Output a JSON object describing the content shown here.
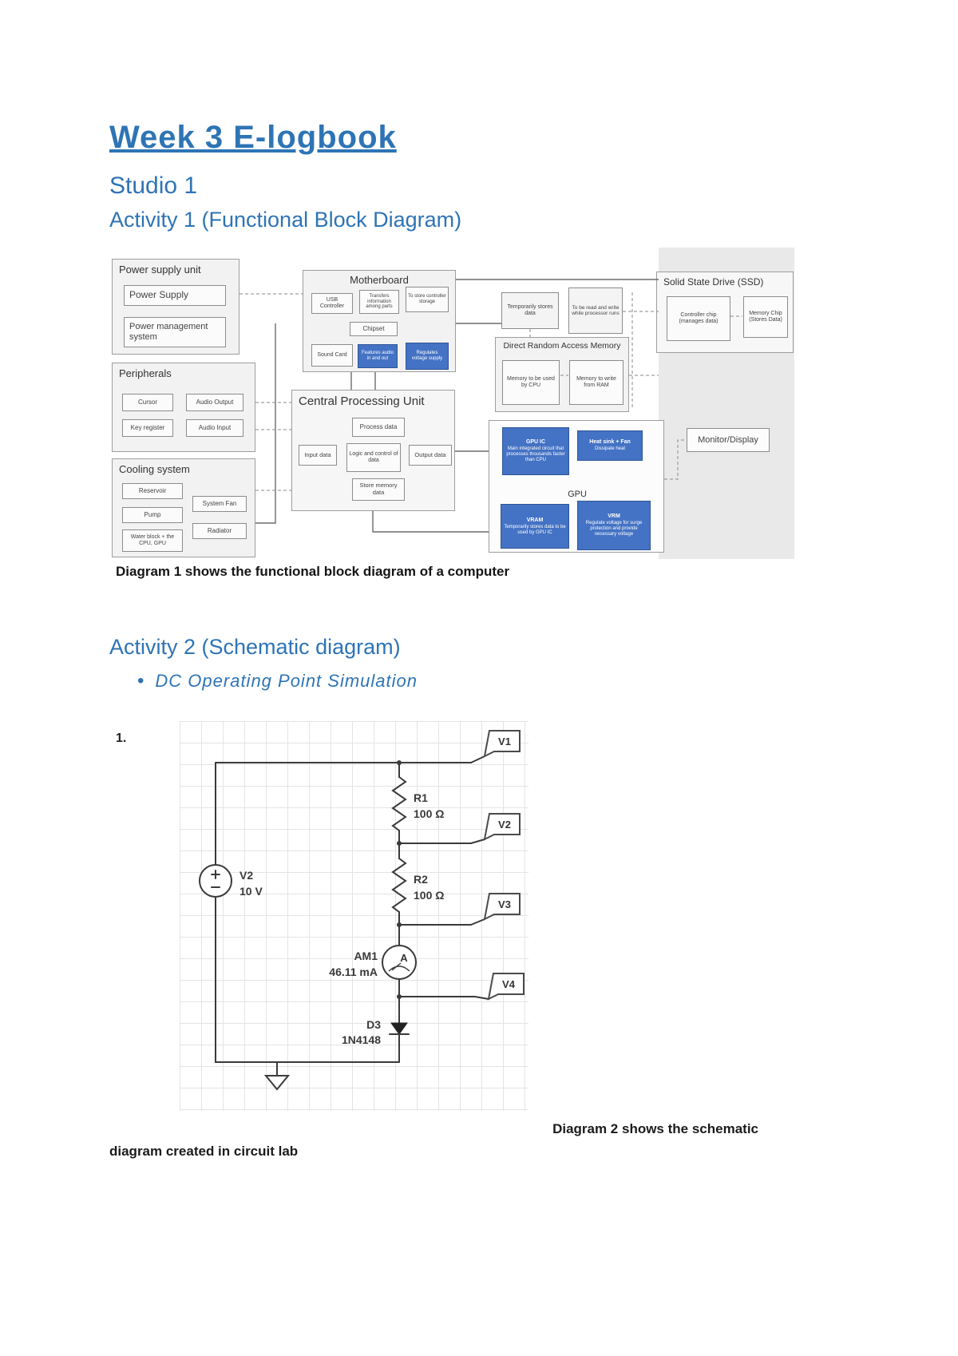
{
  "page": {
    "title": "Week 3 E-logbook",
    "subtitle": "Studio 1",
    "activity1_heading": "Activity 1 (Functional Block Diagram)",
    "diagram1_caption": "Diagram 1 shows the functional block diagram of a computer",
    "activity2_heading": "Activity 2 (Schematic diagram)",
    "bullet1": "DC Operating Point Simulation",
    "list_number": "1.",
    "diagram2_caption_right": "Diagram 2 shows the schematic",
    "diagram2_caption_left": "diagram created in circuit lab"
  },
  "colors": {
    "heading_blue": "#2E74B5",
    "gpu_box_blue": "#4472C4"
  },
  "block_diagram": {
    "psu": {
      "title": "Power supply unit",
      "power_supply": "Power Supply",
      "power_management": "Power management system"
    },
    "peripherals": {
      "title": "Peripherals",
      "items": [
        "Cursor",
        "Audio Output",
        "Key register",
        "Audio Input"
      ]
    },
    "cooling": {
      "title": "Cooling system",
      "items": [
        "Reservoir",
        "Pump",
        "Water block + the CPU, GPU",
        "System Fan",
        "Radiator"
      ]
    },
    "motherboard": {
      "title": "Motherboard",
      "cells": [
        "USB Controller",
        "Transfers information among parts",
        "To store controller storage",
        "Chipset",
        "Sound Card",
        "Features audio in and out",
        "Regulates voltage supply"
      ]
    },
    "cpu": {
      "title": "Central Processing Unit",
      "cells": [
        "Process data",
        "Input data",
        "Logic and control of data",
        "Output data",
        "Store memory data"
      ]
    },
    "dram": {
      "title": "Direct Random Access Memory",
      "top_cells": [
        "Temporarily stores data",
        "To be read and write while processor runs"
      ],
      "bottom_cells": [
        "Memory to be used by CPU",
        "Memory to write from RAM"
      ]
    },
    "ssd": {
      "title": "Solid State Drive (SSD)",
      "cells": [
        "Controller chip (manages data)",
        "Memory Chip (Stores Data)"
      ]
    },
    "gpu": {
      "label": "GPU",
      "cells": [
        {
          "name": "GPU IC",
          "desc": "Main integrated circuit that processes thousands faster than CPU"
        },
        {
          "name": "Heat sink + Fan",
          "desc": "Dissipate heat"
        },
        {
          "name": "VRAM",
          "desc": "Temporarily stores data to be used by GPU IC"
        },
        {
          "name": "VRM",
          "desc": "Regulate voltage for surge protection and provide necessary voltage"
        }
      ]
    },
    "monitor": {
      "label": "Monitor/Display"
    }
  },
  "schematic": {
    "probes": [
      "V1",
      "V2",
      "V3",
      "V4"
    ],
    "r1_name": "R1",
    "r1_value": "100 Ω",
    "r2_name": "R2",
    "r2_value": "100 Ω",
    "source_name": "V2",
    "source_value": "10 V",
    "ammeter_name": "AM1",
    "ammeter_value": "46.11 mA",
    "ammeter_symbol": "A",
    "diode_name": "D3",
    "diode_value": "1N4148"
  }
}
